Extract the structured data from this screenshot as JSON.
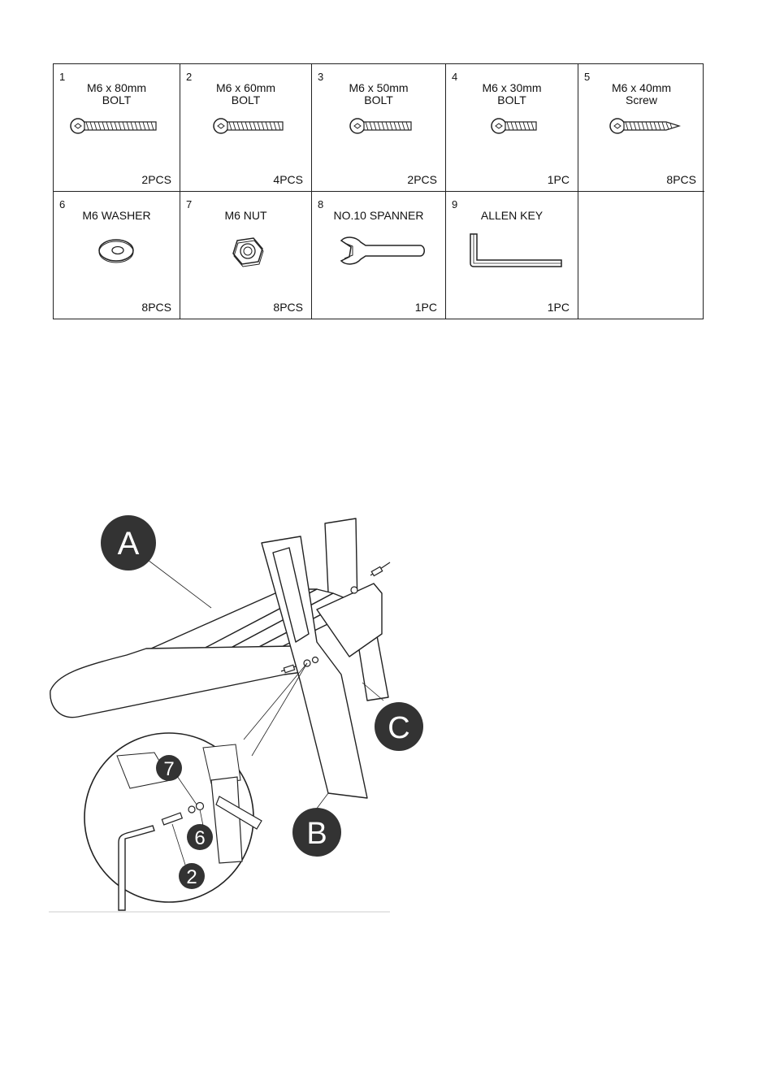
{
  "parts": [
    {
      "num": "1",
      "line1": "M6 x 80mm",
      "line2": "BOLT",
      "qty": "2PCS",
      "icon": "bolt-80mm-icon"
    },
    {
      "num": "2",
      "line1": "M6 x 60mm",
      "line2": "BOLT",
      "qty": "4PCS",
      "icon": "bolt-60mm-icon"
    },
    {
      "num": "3",
      "line1": "M6 x 50mm",
      "line2": "BOLT",
      "qty": "2PCS",
      "icon": "bolt-50mm-icon"
    },
    {
      "num": "4",
      "line1": "M6 x 30mm",
      "line2": "BOLT",
      "qty": "1PC",
      "icon": "bolt-30mm-icon"
    },
    {
      "num": "5",
      "line1": "M6 x 40mm",
      "line2": "Screw",
      "qty": "8PCS",
      "icon": "screw-icon"
    },
    {
      "num": "6",
      "line1": "M6 WASHER",
      "line2": "",
      "qty": "8PCS",
      "icon": "washer-icon"
    },
    {
      "num": "7",
      "line1": "M6 NUT",
      "line2": "",
      "qty": "8PCS",
      "icon": "nut-icon"
    },
    {
      "num": "8",
      "line1": "NO.10 SPANNER",
      "line2": "",
      "qty": "1PC",
      "icon": "spanner-icon"
    },
    {
      "num": "9",
      "line1": "ALLEN KEY",
      "line2": "",
      "qty": "1PC",
      "icon": "allen-key-icon"
    }
  ],
  "diagram": {
    "callout_a": "A",
    "callout_b": "B",
    "callout_c": "C",
    "callout_7": "7",
    "callout_6": "6",
    "callout_2": "2"
  }
}
